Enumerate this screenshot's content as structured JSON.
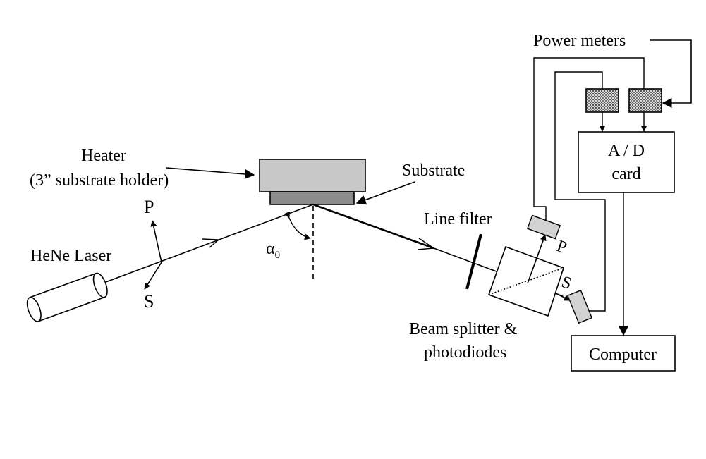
{
  "labels": {
    "heater_line1": "Heater",
    "heater_line2": "(3” substrate holder)",
    "substrate": "Substrate",
    "laser": "HeNe Laser",
    "pol_p": "P",
    "pol_s": "S",
    "angle_symbol": "α",
    "angle_subscript": "0",
    "line_filter": "Line filter",
    "det_p": "P",
    "det_s": "S",
    "beam_splitter_line1": "Beam splitter &",
    "beam_splitter_line2": "photodiodes",
    "power_meters": "Power meters",
    "ad_line1": "A / D",
    "ad_line2": "card",
    "computer": "Computer"
  },
  "colors": {
    "heater_fill": "#c8c8c8",
    "substrate_fill": "#8c8c8c",
    "meter_fill": "#b4b4b4",
    "photodiode_fill": "#d2d2d2",
    "line": "#000000"
  }
}
